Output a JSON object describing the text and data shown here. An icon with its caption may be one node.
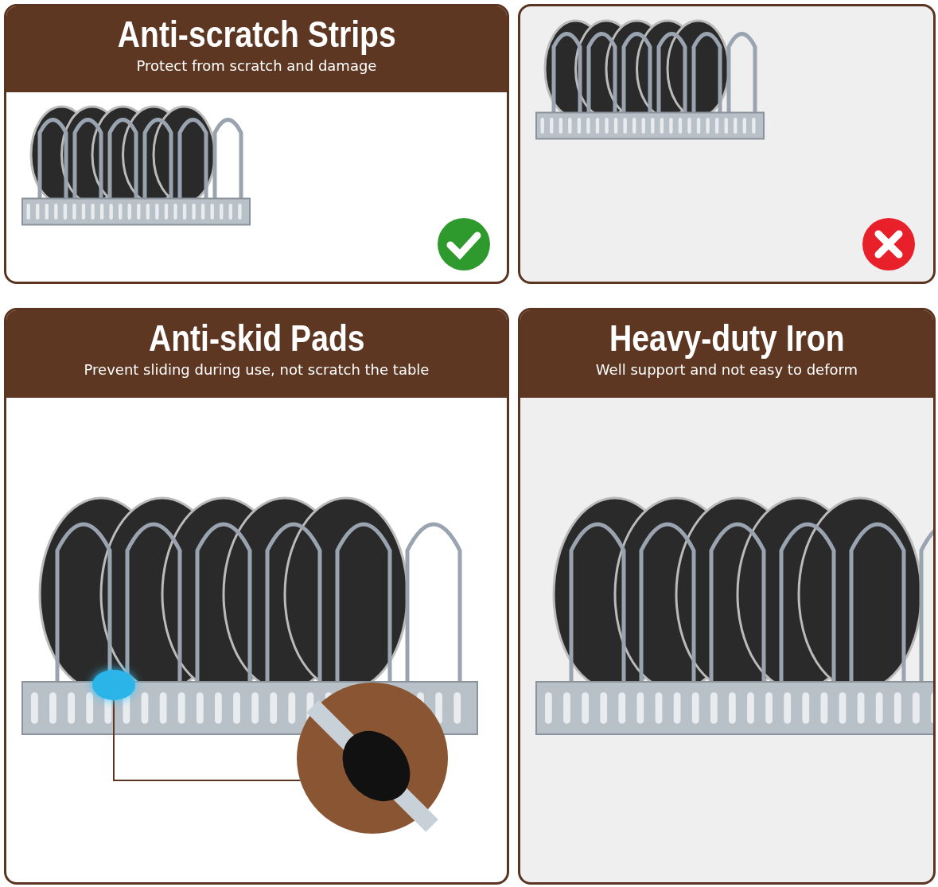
{
  "diagram": {
    "nodes": [
      {
        "text": [
          "Anti-scratch Strips",
          "Protect from scratch and damage"
        ]
      },
      {
        "text": [],
        "shape": "picture"
      },
      {
        "text": [
          "Anti-skid Pads",
          "Prevent sliding during use, not scratch the table"
        ]
      },
      {
        "text": [
          "Heavy-duty Iron",
          "Well support and not easy to deform"
        ]
      },
      {
        "text": [],
        "shape": "circle",
        "in": 2
      },
      {
        "text": [],
        "shape": "circle",
        "in": 2
      }
    ],
    "edges": [
      {
        "from": 4,
        "to": 5,
        "arrow": "none"
      }
    ]
  }
}
